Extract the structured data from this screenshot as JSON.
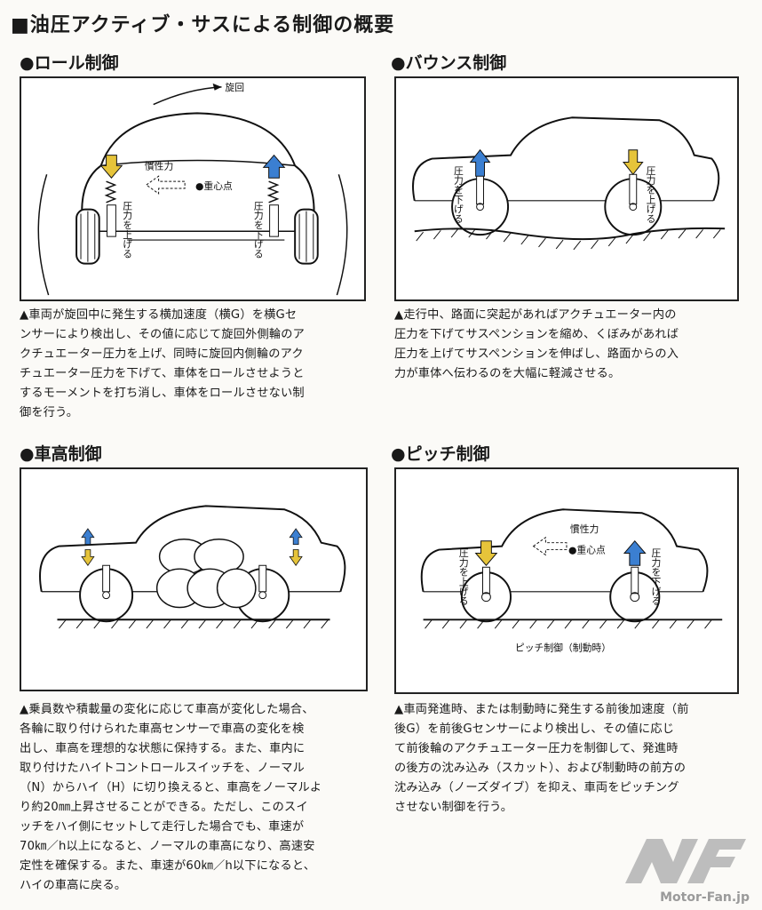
{
  "title": "■油圧アクティブ・サスによる制御の概要",
  "sections": {
    "roll": {
      "heading": "●ロール制御",
      "labels": {
        "turn": "旋回",
        "inertia": "慣性力",
        "cg": "●重心点",
        "left_pressure": "圧力を上げる",
        "right_pressure": "圧力を下げる"
      },
      "caption": [
        "▲車両が旋回中に発生する横加速度（横G）を横Gセ",
        "ンサーにより検出し、その値に応じて旋回外側輪のア",
        "クチュエーター圧力を上げ、同時に旋回内側輪のアク",
        "チュエーター圧力を下げて、車体をロールさせようと",
        "するモーメントを打ち消し、車体をロールさせない制",
        "御を行う。"
      ]
    },
    "bounce": {
      "heading": "●バウンス制御",
      "labels": {
        "front_pressure": "圧力を下げる",
        "rear_pressure": "圧力を上げる"
      },
      "caption": [
        "▲走行中、路面に突起があればアクチュエーター内の",
        "圧力を下げてサスペンションを縮め、くぼみがあれば",
        "圧力を上げてサスペンションを伸ばし、路面からの入",
        "力が車体へ伝わるのを大幅に軽減させる。"
      ]
    },
    "height": {
      "heading": "●車高制御",
      "caption": [
        "▲乗員数や積載量の変化に応じて車高が変化した場合、",
        "各輪に取り付けられた車高センサーで車高の変化を検",
        "出し、車高を理想的な状態に保持する。また、車内に",
        "取り付けたハイトコントロールスイッチを、ノーマル",
        "（N）からハイ（H）に切り換えると、車高をノーマルよ",
        "り約20㎜上昇させることができる。ただし、このスイ",
        "ッチをハイ側にセットして走行した場合でも、車速が",
        "70㎞／h以上になると、ノーマルの車高になり、高速安",
        "定性を確保する。また、車速が60㎞／h以下になると、",
        "ハイの車高に戻る。"
      ]
    },
    "pitch": {
      "heading": "●ピッチ制御",
      "labels": {
        "inertia": "慣性力",
        "cg": "●重心点",
        "front_pressure": "圧力を上げる",
        "rear_pressure": "圧力を下げる",
        "subtitle": "ピッチ制御（制動時）"
      },
      "caption": [
        "▲車両発進時、または制動時に発生する前後加速度（前",
        "後G）を前後Gセンサーにより検出し、その値に応じ",
        "て前後輪のアクチュエーター圧力を制御して、発進時",
        "の後方の沈み込み（スカット）、および制動時の前方の",
        "沈み込み（ノーズダイブ）を抑え、車両をピッチング",
        "させない制御を行う。"
      ]
    }
  },
  "watermark": "Motor-Fan.jp",
  "colors": {
    "arrow_up": "#3b7fd1",
    "arrow_down": "#e6c43a",
    "ink": "#1a1a1a"
  }
}
